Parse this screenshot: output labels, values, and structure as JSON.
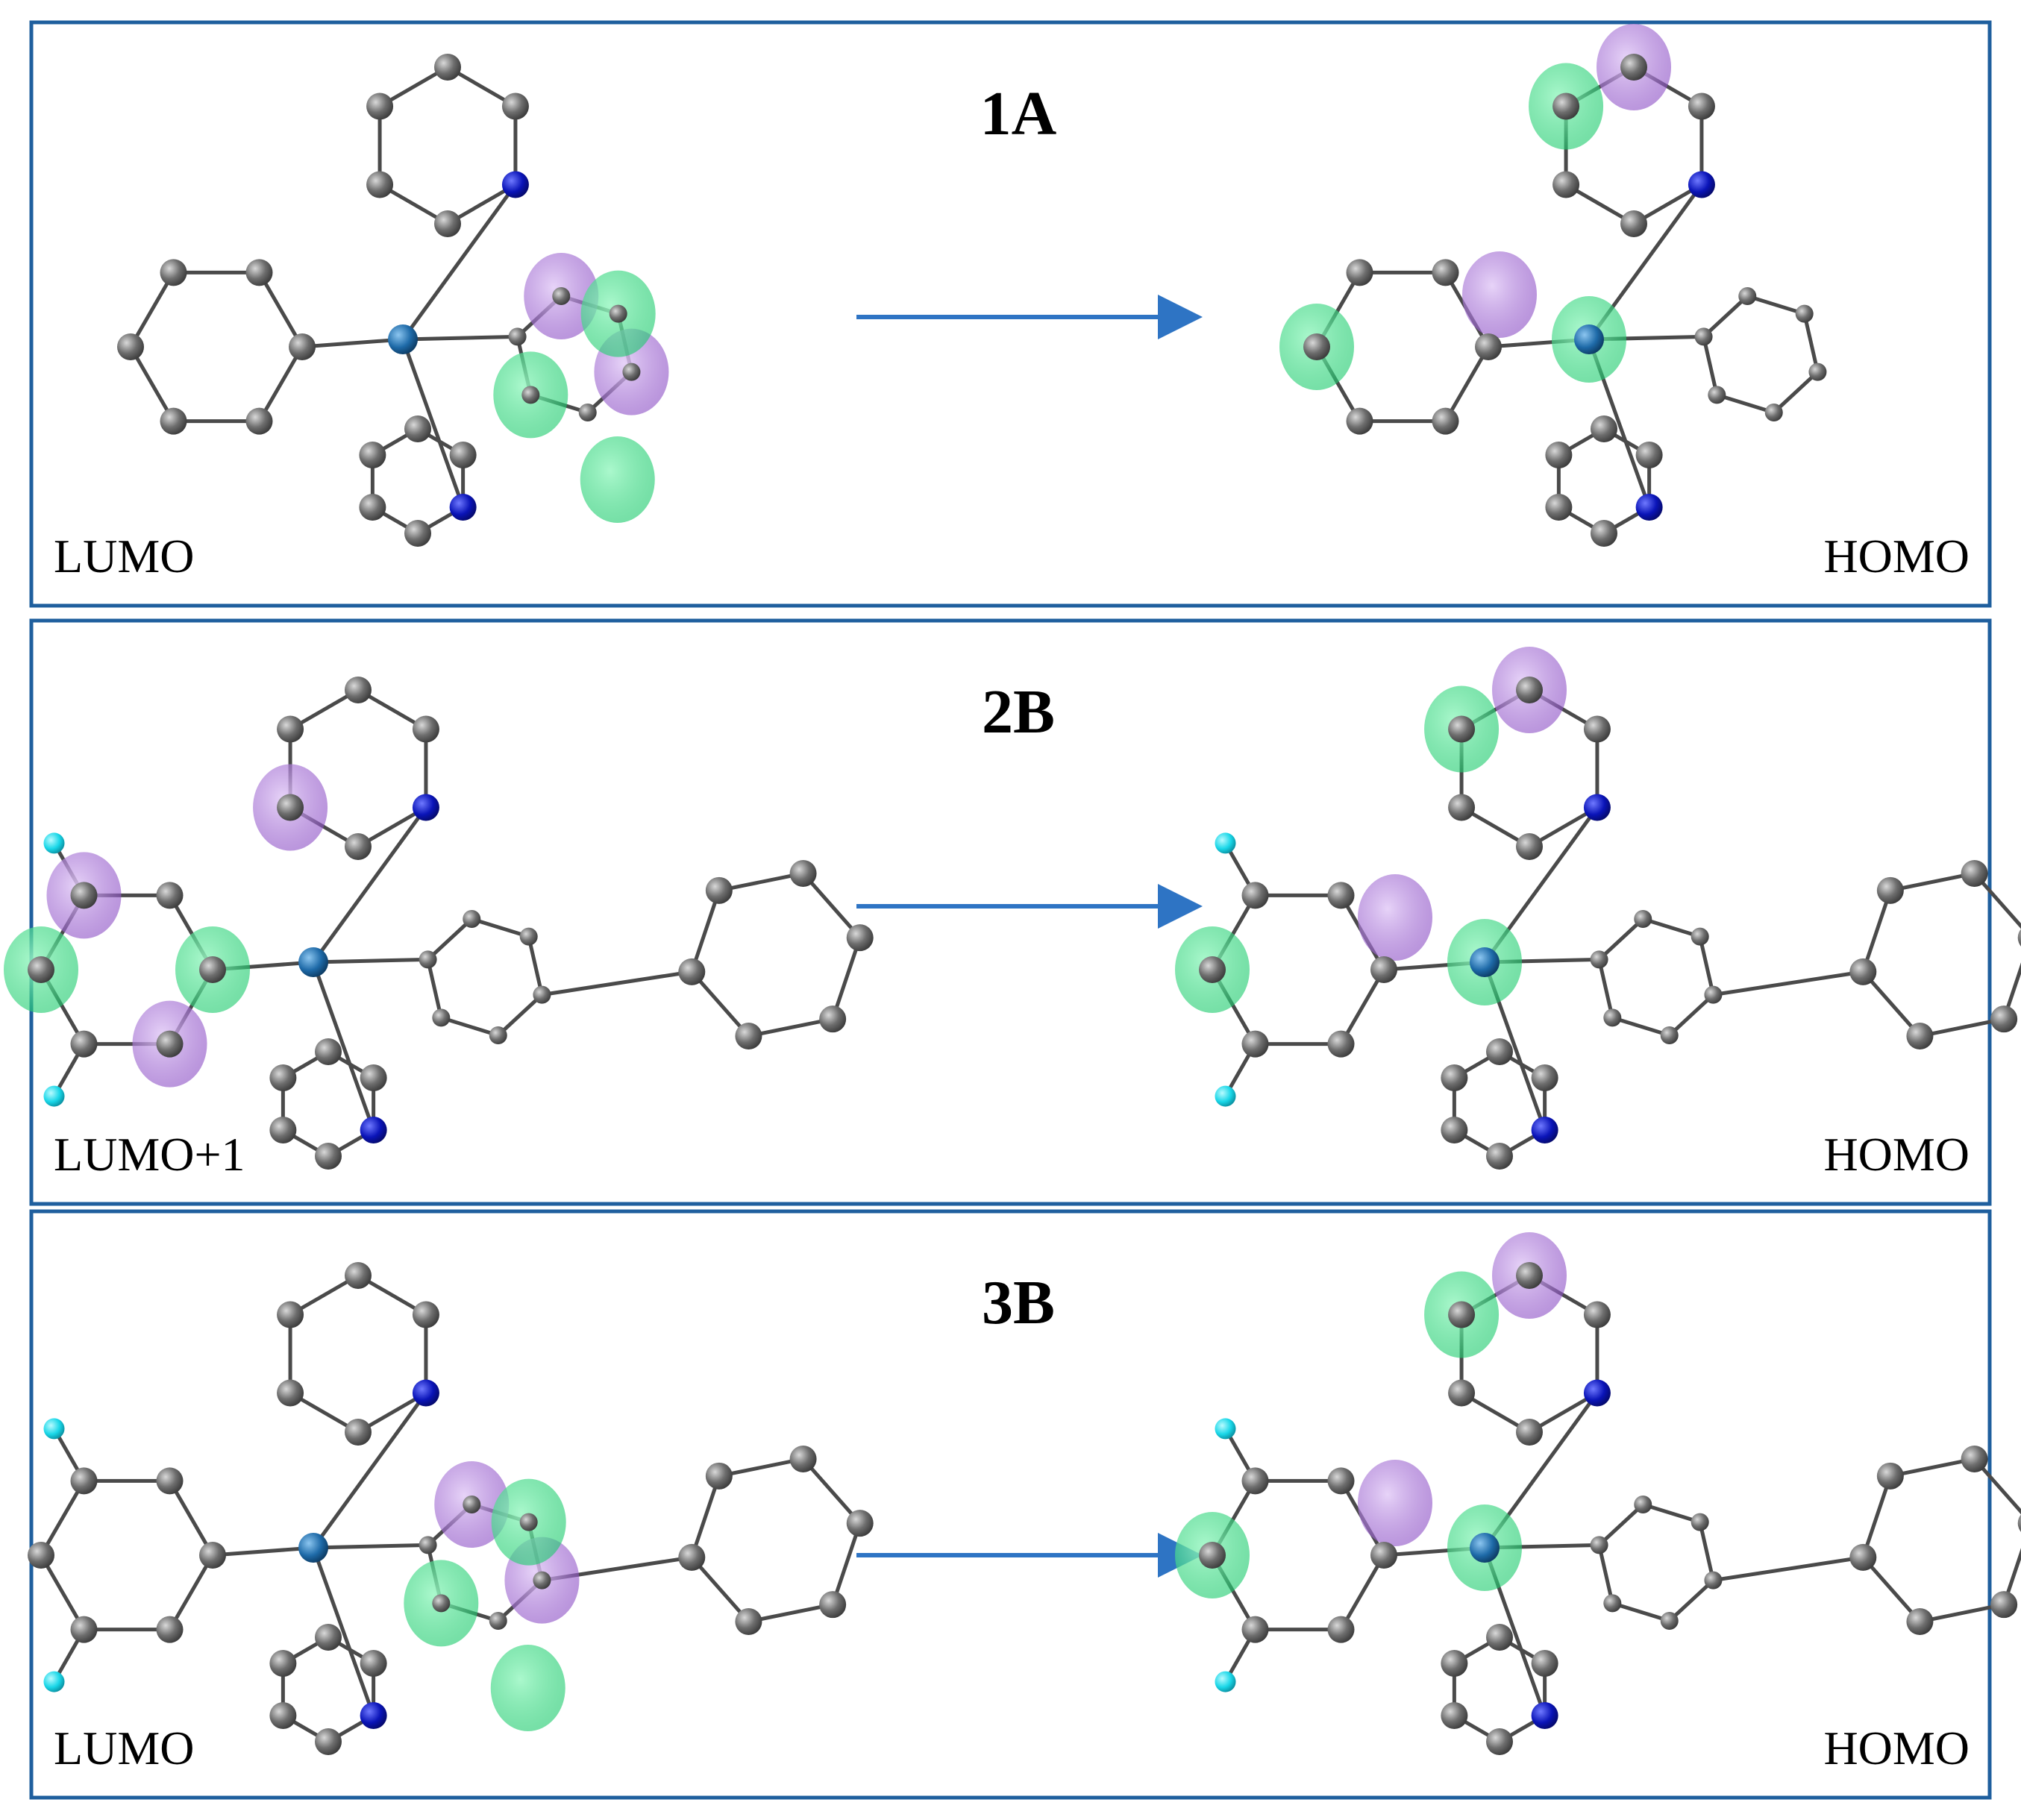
{
  "colors": {
    "frame": "#1f5f9e",
    "arrow": "#2e74c4",
    "carbon": "#6e6e6e",
    "nitrogen": "#0a14b8",
    "metal": "#1e6aa8",
    "fluorine": "#19d7e8",
    "lobe_green": "#2ee07f",
    "lobe_purple": "#9c5fd0"
  },
  "panels": [
    {
      "title": "1A",
      "left_label": "LUMO",
      "right_label": "HOMO",
      "arrow_icon": "right-arrow-icon"
    },
    {
      "title": "2B",
      "left_label": "LUMO+1",
      "right_label": "HOMO",
      "arrow_icon": "right-arrow-icon"
    },
    {
      "title": "3B",
      "left_label": "LUMO",
      "right_label": "HOMO",
      "arrow_icon": "right-arrow-icon"
    }
  ]
}
